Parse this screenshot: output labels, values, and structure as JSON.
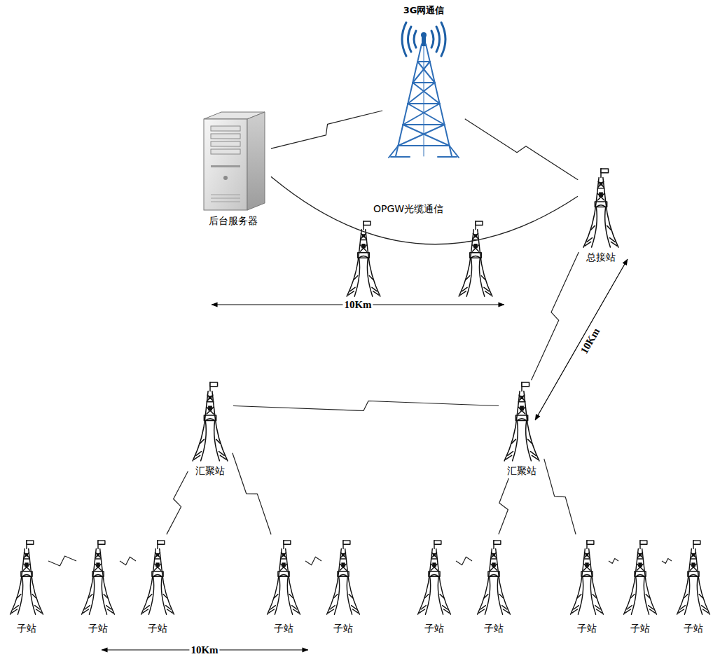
{
  "diagram": {
    "nodes": [
      {
        "text": [
          "3G网通信"
        ]
      },
      {
        "text": [
          "后台服务器"
        ]
      },
      {
        "text": [
          "总接站"
        ]
      },
      {
        "text": [
          "汇聚站"
        ]
      },
      {
        "text": [
          "汇聚站"
        ]
      },
      {
        "text": [
          "子站"
        ]
      },
      {
        "text": [
          "子站"
        ]
      },
      {
        "text": [
          "子站"
        ]
      },
      {
        "text": [
          "子站"
        ]
      },
      {
        "text": [
          "子站"
        ]
      },
      {
        "text": [
          "子站"
        ]
      },
      {
        "text": [
          "子站"
        ]
      },
      {
        "text": [
          "子站"
        ]
      },
      {
        "text": [
          "子站"
        ]
      },
      {
        "text": [
          "子站"
        ]
      }
    ],
    "edges": [
      {
        "from": 1,
        "to": 0,
        "arrow": "none"
      },
      {
        "from": 0,
        "to": 2,
        "arrow": "none"
      },
      {
        "from": 1,
        "to": 2,
        "label": "OPGW光缆通信",
        "arrow": "none"
      },
      {
        "from": 2,
        "to": 4,
        "arrow": "none"
      },
      {
        "from": 3,
        "to": 4,
        "arrow": "none"
      },
      {
        "from": 3,
        "to": 7,
        "arrow": "none"
      },
      {
        "from": 3,
        "to": 8,
        "arrow": "none"
      },
      {
        "from": 5,
        "to": 6,
        "arrow": "none"
      },
      {
        "from": 6,
        "to": 7,
        "arrow": "none"
      },
      {
        "from": 8,
        "to": 9,
        "arrow": "none"
      },
      {
        "from": 4,
        "to": 11,
        "arrow": "none"
      },
      {
        "from": 4,
        "to": 12,
        "arrow": "none"
      },
      {
        "from": 10,
        "to": 11,
        "arrow": "none"
      },
      {
        "from": 12,
        "to": 13,
        "arrow": "none"
      },
      {
        "from": 13,
        "to": 14,
        "arrow": "none"
      }
    ],
    "labels": [
      "10Km",
      "10Km",
      "10Km"
    ]
  }
}
